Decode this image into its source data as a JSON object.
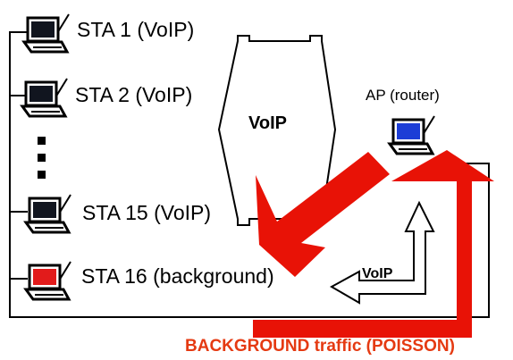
{
  "stations": [
    {
      "label": "STA 1 (VoIP)",
      "screen": "voip"
    },
    {
      "label": "STA 2 (VoIP)",
      "screen": "voip"
    },
    {
      "label": "STA 15 (VoIP)",
      "screen": "voip"
    },
    {
      "label": "STA 16 (background)",
      "screen": "background"
    }
  ],
  "access_point": {
    "label": "AP (router)",
    "screen": "ap"
  },
  "flows": {
    "voip_label": "VoIP",
    "voip_uplink_label": "VoIP",
    "background_label": "BACKGROUND traffic (POISSON)"
  },
  "colors": {
    "voip_screen": "#11151f",
    "background_screen": "#e21b1b",
    "ap_screen": "#1c3dd6",
    "background_flow": "#e81206",
    "background_label": "#e53a12",
    "voip_flow": "#ffffff",
    "line": "#000000"
  }
}
